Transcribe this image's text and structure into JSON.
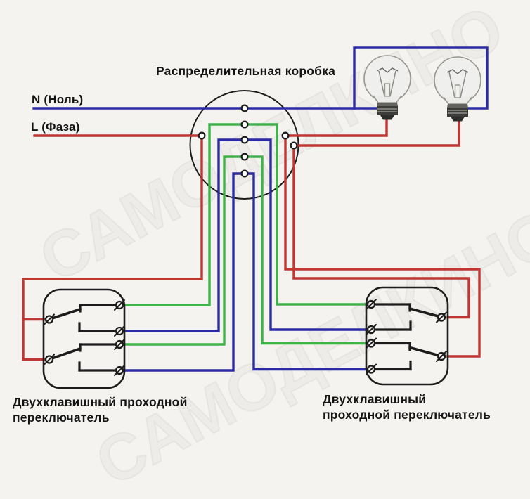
{
  "diagram": {
    "title": "Распределительная коробка",
    "neutral_label": "N (Ноль)",
    "phase_label": "L (Фаза)",
    "left_switch_label": "Двухклавишный проходной\nпереключатель",
    "right_switch_label": "Двухклавишный\nпроходной переключатель",
    "watermark": "САМОДЕЛКИНО"
  },
  "colors": {
    "background": "#f4f3f0",
    "line_black": "#1c1c1c",
    "wire_neutral": "#2b2ba6",
    "wire_phase": "#bf3632",
    "wire_traveler_green": "#3db348",
    "terminal_fill": "#ffffff"
  }
}
